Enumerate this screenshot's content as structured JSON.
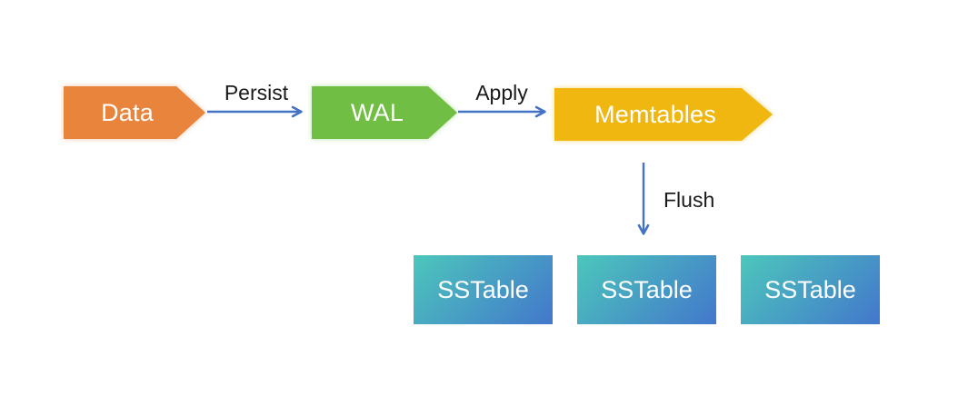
{
  "diagram": {
    "nodes": [
      {
        "id": "data",
        "label": "Data",
        "shape": "arrow-pentagon-right"
      },
      {
        "id": "wal",
        "label": "WAL",
        "shape": "arrow-pentagon-right"
      },
      {
        "id": "memtables",
        "label": "Memtables",
        "shape": "arrow-pentagon-right"
      }
    ],
    "edges": [
      {
        "id": "persist",
        "label": "Persist",
        "direction": "right"
      },
      {
        "id": "apply",
        "label": "Apply",
        "direction": "right"
      },
      {
        "id": "flush",
        "label": "Flush",
        "direction": "down"
      }
    ],
    "sstables": [
      {
        "label": "SSTable"
      },
      {
        "label": "SSTable"
      },
      {
        "label": "SSTable"
      }
    ],
    "colors": {
      "data_node": "#E8843C",
      "wal_node": "#70BE44",
      "memtables_node": "#EFB70F",
      "arrow": "#4472C4",
      "sstable_start": "#4CC7BB",
      "sstable_end": "#4377CC",
      "node_text": "#FFFFFF",
      "edge_text": "#1A1A1A"
    }
  }
}
